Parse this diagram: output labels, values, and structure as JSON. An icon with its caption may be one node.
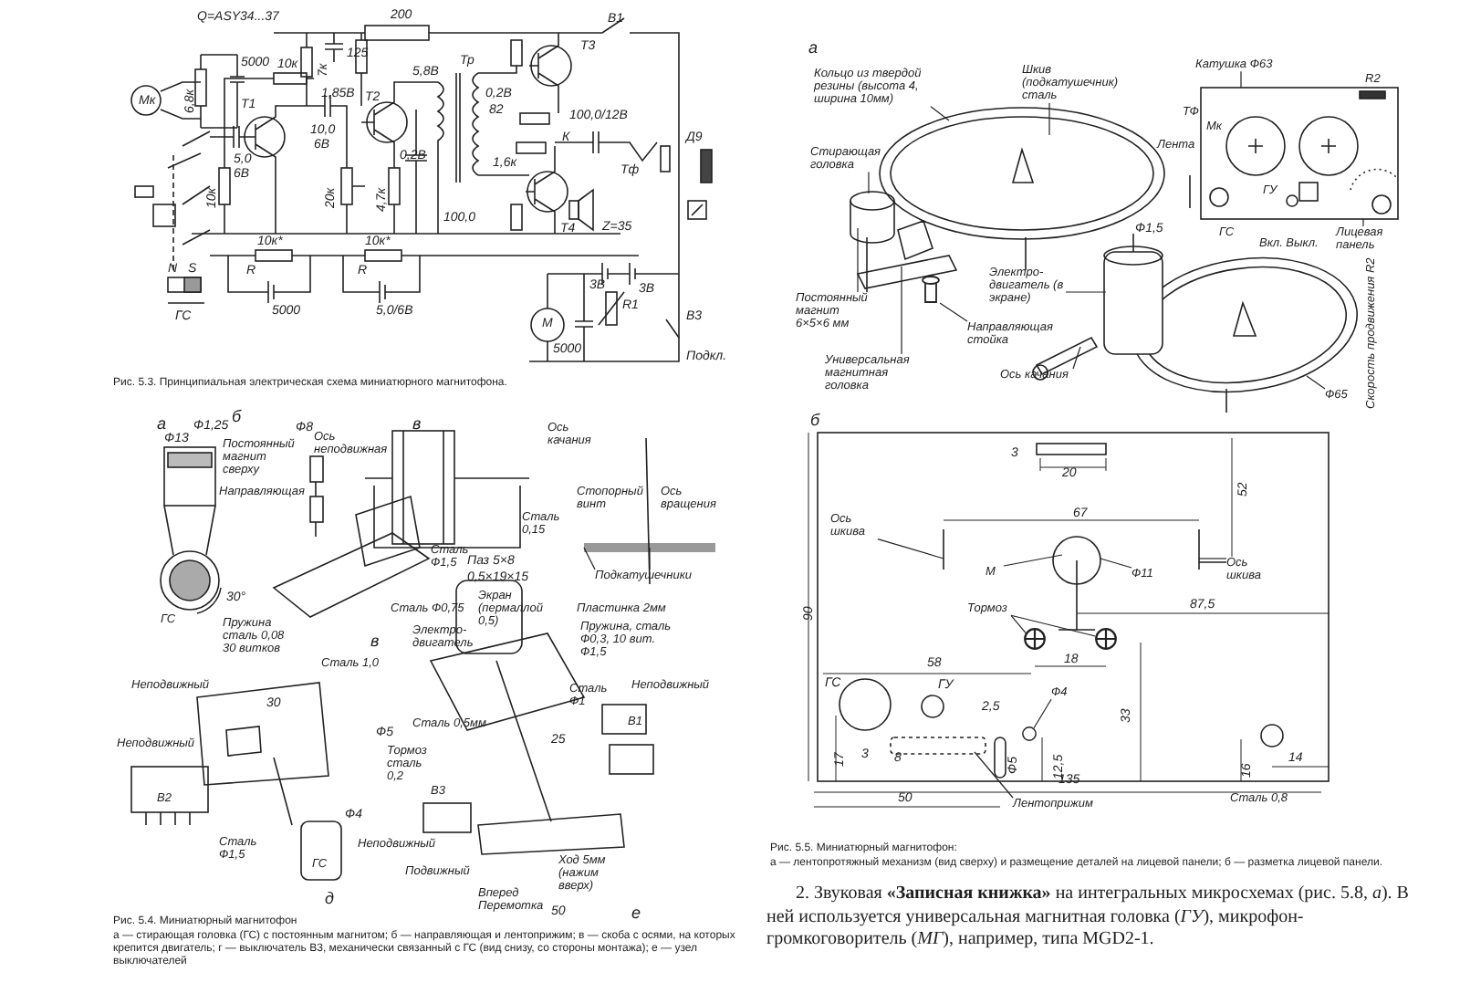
{
  "diagram": {
    "nodes": [
      {
        "text": [
          "Кольцо из твердой резины (высота 4, ширина 10мм)"
        ]
      },
      {
        "text": [
          "Шкив (подкатушечник) сталь"
        ]
      },
      {
        "text": [
          "Катушка Ф63"
        ]
      },
      {
        "text": [
          "Стирающая головка"
        ]
      },
      {
        "text": [
          "Постоянный магнит 6×5×6 мм"
        ]
      },
      {
        "text": [
          "Электро-двигатель (в экране)"
        ]
      },
      {
        "text": [
          "Направляющая стойка"
        ]
      },
      {
        "text": [
          "Универсальная магнитная головка"
        ]
      },
      {
        "text": [
          "Ось качания"
        ]
      },
      {
        "text": [
          "Ф65"
        ]
      },
      {
        "text": [
          "Лицевая панель"
        ]
      },
      {
        "text": [
          "Ось шкива"
        ]
      },
      {
        "text": [
          "Ось шкива"
        ]
      },
      {
        "text": [
          "М"
        ]
      },
      {
        "text": [
          "Ф11"
        ]
      },
      {
        "text": [
          "Тормоз"
        ]
      },
      {
        "text": [
          "Лентоприжим"
        ]
      },
      {
        "text": [
          "Ф4"
        ]
      },
      {
        "text": [
          "Подкатушечники"
        ]
      },
      {
        "text": [],
        "shape": "picture"
      },
      {
        "text": [],
        "shape": "circle"
      },
      {
        "text": [],
        "shape": "circle"
      },
      {
        "text": [],
        "shape": "circle"
      },
      {
        "text": [],
        "shape": "cylinder"
      }
    ],
    "edges": [
      {
        "from": 0,
        "to": null,
        "arrow": "none"
      },
      {
        "from": 1,
        "to": null,
        "arrow": "none"
      },
      {
        "from": 2,
        "to": 19,
        "arrow": "none"
      },
      {
        "from": 3,
        "to": null,
        "arrow": "none"
      },
      {
        "from": 4,
        "to": null,
        "arrow": "none"
      },
      {
        "from": 5,
        "to": null,
        "arrow": "none"
      },
      {
        "from": 6,
        "to": 23,
        "arrow": "none"
      },
      {
        "from": 7,
        "to": null,
        "arrow": "none"
      },
      {
        "from": 8,
        "to": null,
        "arrow": "none"
      },
      {
        "from": 9,
        "to": null,
        "arrow": "none"
      },
      {
        "from": 10,
        "to": 19,
        "arrow": "none"
      },
      {
        "from": 11,
        "to": null,
        "arrow": "none"
      },
      {
        "from": 12,
        "to": null,
        "arrow": "none"
      },
      {
        "from": 13,
        "to": null,
        "arrow": "none"
      },
      {
        "from": 14,
        "to": null,
        "arrow": "none"
      },
      {
        "from": 15,
        "to": 20,
        "arrow": "none"
      },
      {
        "from": 15,
        "to": 21,
        "arrow": "none"
      },
      {
        "from": 16,
        "to": null,
        "arrow": "none"
      },
      {
        "from": 17,
        "to": 22,
        "arrow": "none"
      },
      {
        "from": 18,
        "to": null,
        "arrow": "none"
      },
      {
        "from": 18,
        "to": null,
        "arrow": "none"
      }
    ],
    "labels": [
      "Q=ASY34...37",
      "200",
      "В1",
      "Т3",
      "Мк",
      "6,8к",
      "5000",
      "7к",
      "125",
      "10к",
      "1,85В",
      "Т1",
      "10,0",
      "6В",
      "Т2",
      "5,8В",
      "0,2В",
      "Тр",
      "0,2В",
      "82",
      "100,0/12В",
      "К",
      "5,0",
      "6В",
      "10к",
      "20к",
      "4,7к",
      "100,0",
      "1,6к",
      "Т4",
      "Тф",
      "Д9",
      "Z=35",
      "10к*",
      "R",
      "10к*",
      "R",
      "5000",
      "5,0/6В",
      "N",
      "S",
      "ГС",
      "3В",
      "R1",
      "3В",
      "М",
      "5000",
      "В3",
      "Подкл.",
      "Рис. 5.3. Принципиальная электрическая схема миниатюрного магнитофона.",
      "а",
      "Ф13",
      "Ф1,25",
      "Постоянный магнит сверху",
      "Направляющая",
      "ГС",
      "30°",
      "б",
      "Ф8",
      "в",
      "Ось неподвижная",
      "Ось качания",
      "Стопорный винт",
      "Ось вращения",
      "Сталь 0,15",
      "Сталь Ф1,5",
      "Паз 5×8",
      "0,5×19×15",
      "Сталь Ф0,75",
      "Пружина сталь 0,08 30 витков",
      "в",
      "Сталь 1,0",
      "Экран (пермаллой 0,5)",
      "Пластинка 2мм",
      "Пружина, сталь Ф0,3, 10 вит. Ф1,5",
      "Электро-двигатель",
      "Сталь Ф1",
      "Неподвижный",
      "В1",
      "Ф5",
      "Тормоз сталь 0,2",
      "25",
      "Неподвижный",
      "30",
      "Сталь 0,5мм",
      "Неподвижный",
      "В2",
      "Ф4",
      "Сталь Ф1,5",
      "ГС",
      "д",
      "В3",
      "Неподвижный",
      "Подвижный",
      "Ход 5мм (нажим вверх)",
      "Вперед Перемотка",
      "50",
      "е",
      "Рис. 5.4. Миниатюрный магнитофон",
      "а — стирающая головка (ГС) с постоянным магнитом; б — направляющая и лентоприжим; в — скоба с осями, на которых крепится двигатель; г — выключатель В3, механически связанный с ГС (вид снизу, со стороны монтажа); е — узел выключателей",
      "а",
      "R2",
      "ТФ",
      "Мк",
      "Лента",
      "ГУ",
      "ГС",
      "Вкл. Выкл.",
      "Ф1,5",
      "Скорость продвижения R2",
      "б",
      "3",
      "20",
      "52",
      "67",
      "87,5",
      "18",
      "58",
      "ГС",
      "ГУ",
      "2,5",
      "33",
      "Ф5",
      "12,5",
      "17",
      "3",
      "8",
      "16",
      "14",
      "135",
      "50",
      "Сталь 0,8",
      "90",
      "Рис. 5.5. Миниатюрный магнитофон:",
      "а — лентопротяжный механизм (вид сверху) и размещение деталей на лицевой панели; б — разметка лицевой панели.",
      "2. Звуковая **«Записная книжка»** на интегральных микросхемах (рис. 5.8, *а*). В ней используется универсальная магнитная головка (*ГУ*), микрофон-громкоговоритель (*МГ*), например, типа MGD2-1."
    ]
  }
}
